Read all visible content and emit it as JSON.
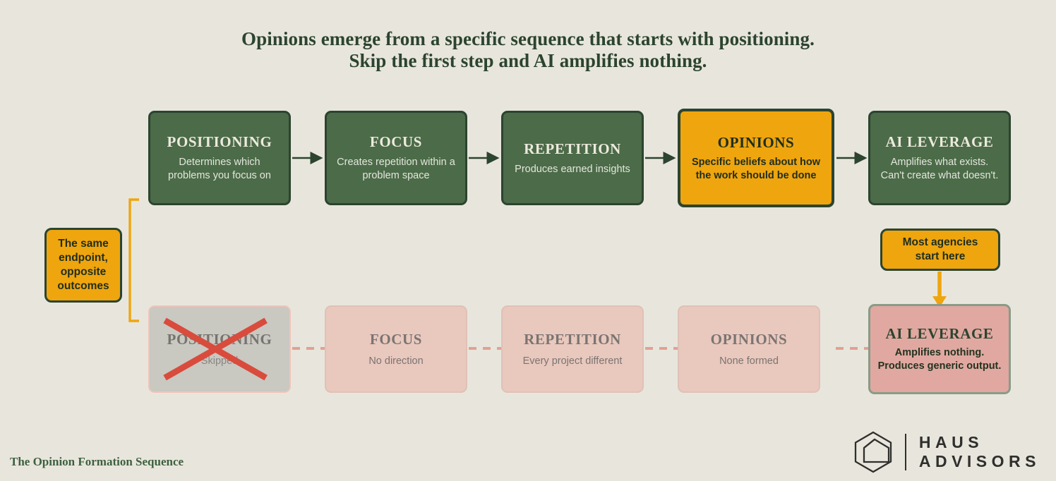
{
  "title": {
    "line1": "Opinions emerge from a specific sequence that starts with positioning.",
    "line2": "Skip the first step and AI amplifies nothing."
  },
  "colors": {
    "background": "#e8e6dc",
    "green": "#4c6b48",
    "green_dark": "#2c4430",
    "orange": "#efa50e",
    "pink_light": "#e9c8bd",
    "pink_strong": "#e0a8a0",
    "grey_skipped": "#c9c8c1",
    "red_x": "#d94b3c",
    "text_muted": "#7b7472"
  },
  "top_row": [
    {
      "title": "POSITIONING",
      "desc": "Determines which problems you focus on"
    },
    {
      "title": "FOCUS",
      "desc": "Creates repetition within a problem space"
    },
    {
      "title": "REPETITION",
      "desc": "Produces earned insights"
    },
    {
      "title": "OPINIONS",
      "desc": "Specific beliefs about how the work should be done"
    },
    {
      "title": "AI LEVERAGE",
      "desc": "Amplifies what exists. Can't create what doesn't."
    }
  ],
  "bottom_row": [
    {
      "title": "POSITIONING",
      "desc": "Skipped"
    },
    {
      "title": "FOCUS",
      "desc": "No direction"
    },
    {
      "title": "REPETITION",
      "desc": "Every project different"
    },
    {
      "title": "OPINIONS",
      "desc": "None formed"
    },
    {
      "title": "AI LEVERAGE",
      "desc": "Amplifies nothing. Produces generic output."
    }
  ],
  "callouts": {
    "left": "The same endpoint, opposite outcomes",
    "right": "Most agencies start here"
  },
  "footer": {
    "caption": "The Opinion Formation Sequence",
    "logo_line1": "HAUS",
    "logo_line2": "ADVISORS"
  }
}
